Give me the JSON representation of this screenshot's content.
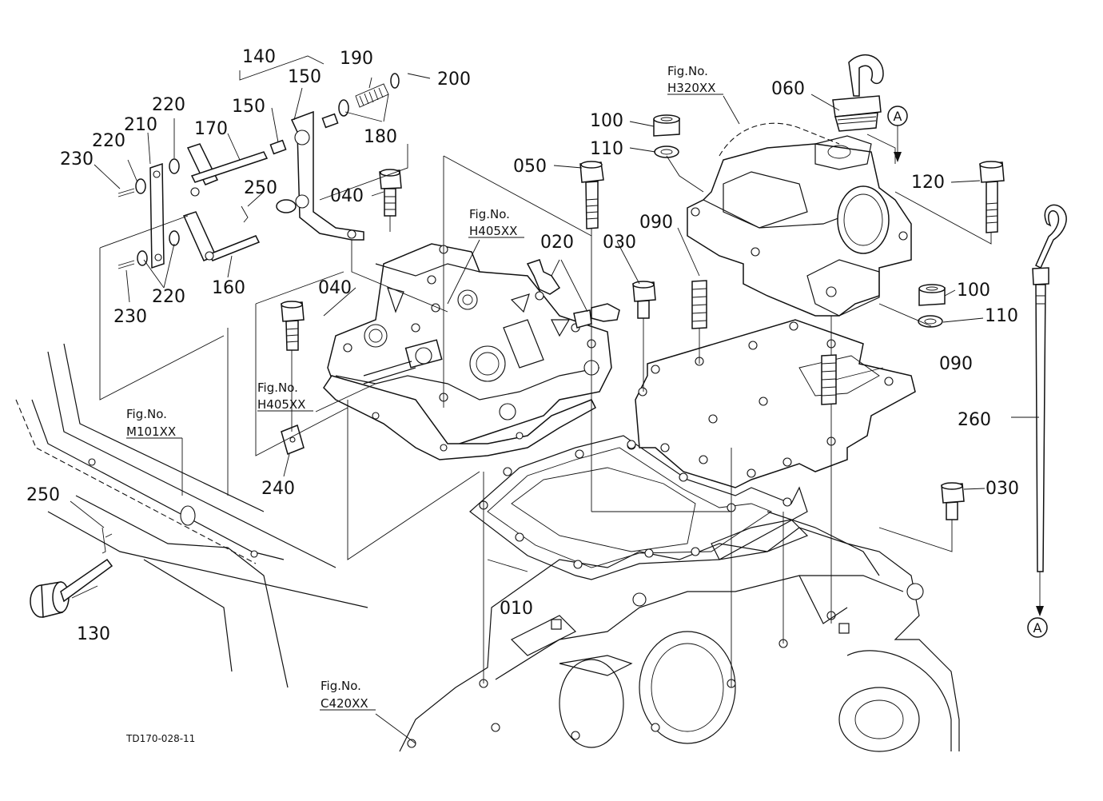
{
  "drawing_code": "TD170-028-11",
  "part_labels": {
    "p010": "010",
    "p020": "020",
    "p030a": "030",
    "p030b": "030",
    "p040a": "040",
    "p040b": "040",
    "p050": "050",
    "p060": "060",
    "p090a": "090",
    "p090b": "090",
    "p100a": "100",
    "p100b": "100",
    "p110a": "110",
    "p110b": "110",
    "p120": "120",
    "p130": "130",
    "p140": "140",
    "p150a": "150",
    "p150b": "150",
    "p160": "160",
    "p170": "170",
    "p180": "180",
    "p190": "190",
    "p200": "200",
    "p210": "210",
    "p220a": "220",
    "p220b": "220",
    "p220c": "220",
    "p230a": "230",
    "p230b": "230",
    "p240": "240",
    "p250a": "250",
    "p250b": "250",
    "p260": "260"
  },
  "figure_refs": [
    {
      "label": "Fig.No.",
      "code": "H320XX"
    },
    {
      "label": "Fig.No.",
      "code": "H405XX"
    },
    {
      "label": "Fig.No.",
      "code": "H405XX"
    },
    {
      "label": "Fig.No.",
      "code": "M101XX"
    },
    {
      "label": "Fig.No.",
      "code": "C420XX"
    }
  ],
  "callouts": {
    "a_top": "A",
    "a_bottom": "A"
  }
}
